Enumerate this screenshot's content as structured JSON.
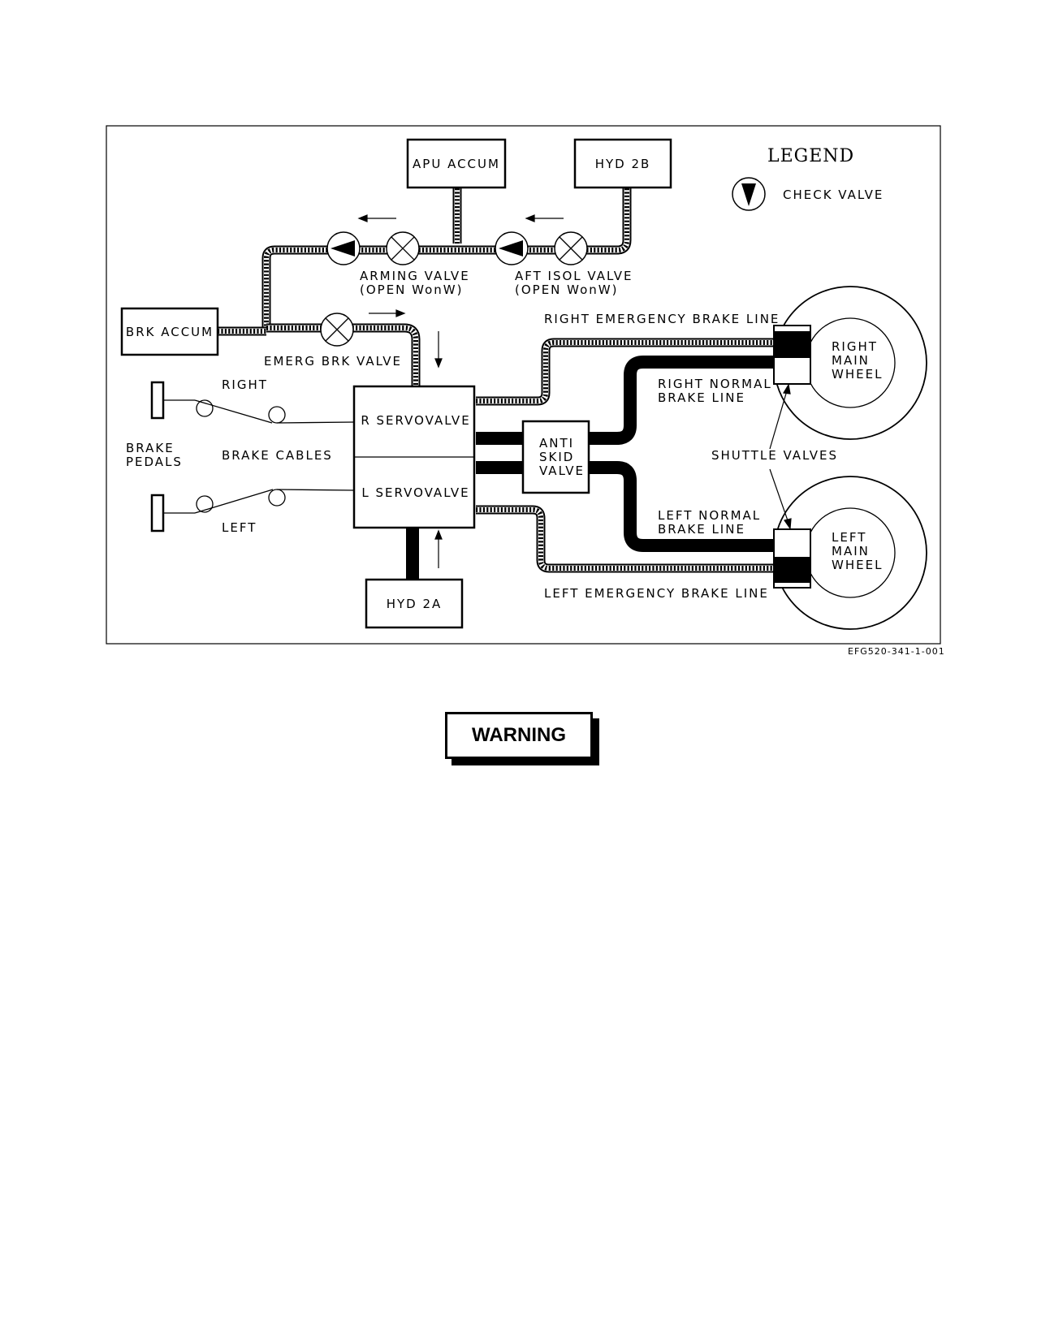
{
  "legend": {
    "title": "LEGEND",
    "check_valve": "CHECK VALVE"
  },
  "components": {
    "apu_accum": "APU ACCUM",
    "hyd_2b": "HYD 2B",
    "brk_accum": "BRK ACCUM",
    "hyd_2a": "HYD 2A",
    "r_servovalve": "R SERVOVALVE",
    "l_servovalve": "L SERVOVALVE",
    "anti_skid_valve": [
      "ANTI",
      "SKID",
      "VALVE"
    ],
    "right_main_wheel": [
      "RIGHT",
      "MAIN",
      "WHEEL"
    ],
    "left_main_wheel": [
      "LEFT",
      "MAIN",
      "WHEEL"
    ]
  },
  "labels": {
    "arming_valve": [
      "ARMING VALVE",
      "(OPEN WonW)"
    ],
    "aft_isol_valve": [
      "AFT ISOL VALVE",
      "(OPEN WonW)"
    ],
    "emerg_brk_valve": "EMERG BRK VALVE",
    "right_emergency_brake_line": "RIGHT EMERGENCY BRAKE LINE",
    "left_emergency_brake_line": "LEFT EMERGENCY BRAKE LINE",
    "right_normal_brake_line": [
      "RIGHT NORMAL",
      "BRAKE LINE"
    ],
    "left_normal_brake_line": [
      "LEFT NORMAL",
      "BRAKE LINE"
    ],
    "shuttle_valves": "SHUTTLE VALVES",
    "right": "RIGHT",
    "left": "LEFT",
    "brake_pedals": [
      "BRAKE",
      "PEDALS"
    ],
    "brake_cables": "BRAKE CABLES"
  },
  "figure_id": "EFG520-341-1-001",
  "warning": "WARNING"
}
